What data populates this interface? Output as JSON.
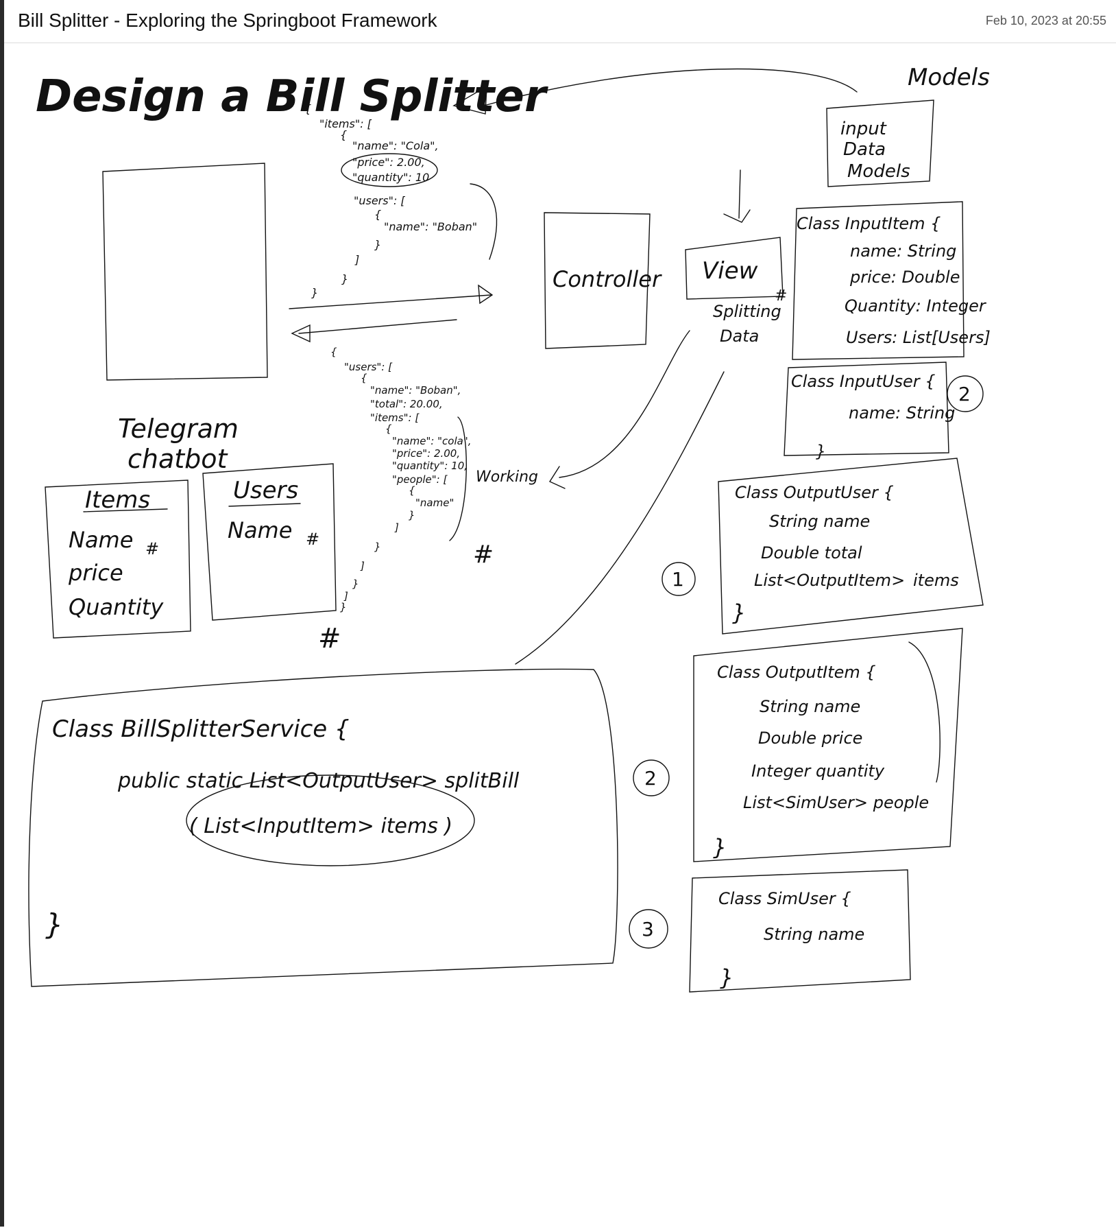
{
  "header": {
    "title": "Bill Splitter - Exploring the Springboot Framework",
    "date": "Feb 10, 2023 at 20:55"
  },
  "sketch": {
    "heading": "Design a Bill Splitter",
    "models_label": "Models",
    "input_data_models": [
      "input",
      "Data",
      "Models"
    ],
    "telegram_label": [
      "Telegram",
      "chatbot"
    ],
    "items_box": {
      "title": "Items",
      "fields": [
        "Name",
        "price",
        "Quantity"
      ]
    },
    "users_box": {
      "title": "Users",
      "fields": [
        "Name"
      ]
    },
    "request_json": [
      "{",
      "\"items\": [",
      "{",
      "\"name\": \"Cola\",",
      "\"price\": 2.00,",
      "\"quantity\": 10",
      "\"users\": [",
      "{",
      "\"name\": \"Boban\"",
      "}",
      "]",
      "}",
      "}"
    ],
    "response_json": [
      "{",
      "\"users\": [",
      "{",
      "\"name\": \"Boban\",",
      "\"total\": 20.00,",
      "\"items\": [",
      "{",
      "\"name\": \"cola\",",
      "\"price\": 2.00,",
      "\"quantity\": 10,",
      "\"people\": [",
      "{",
      "\"name\"",
      "}",
      "]",
      "}",
      "]",
      "}",
      "]",
      "}"
    ],
    "working_label": "Working",
    "controller_label": "Controller",
    "view_label": "View",
    "view_notes": [
      "Splitting",
      "Data"
    ],
    "class_input_item": [
      "Class InputItem {",
      "name: String",
      "price: Double",
      "Quantity: Integer",
      "Users: List[Users]"
    ],
    "class_input_user": [
      "Class InputUser {",
      "name: String",
      "}"
    ],
    "class_output_user": [
      "Class OutputUser {",
      "String name",
      "Double total",
      "List<OutputItem>",
      "items",
      "}"
    ],
    "class_output_item": [
      "Class OutputItem {",
      "String name",
      "Double price",
      "Integer quantity",
      "List<SimUser> people",
      "}"
    ],
    "class_sim_user": [
      "Class SimUser {",
      "String name",
      "}"
    ],
    "service": [
      "Class BillSplitterService {",
      "public static List<OutputUser> splitBill",
      "( List<InputItem> items )",
      "}"
    ],
    "circled_numbers": [
      "1",
      "2",
      "2",
      "3"
    ],
    "hash_mark": "#"
  },
  "colors": {
    "ink": "#111111",
    "accent": "#111111",
    "border": "#dcdcdc"
  }
}
